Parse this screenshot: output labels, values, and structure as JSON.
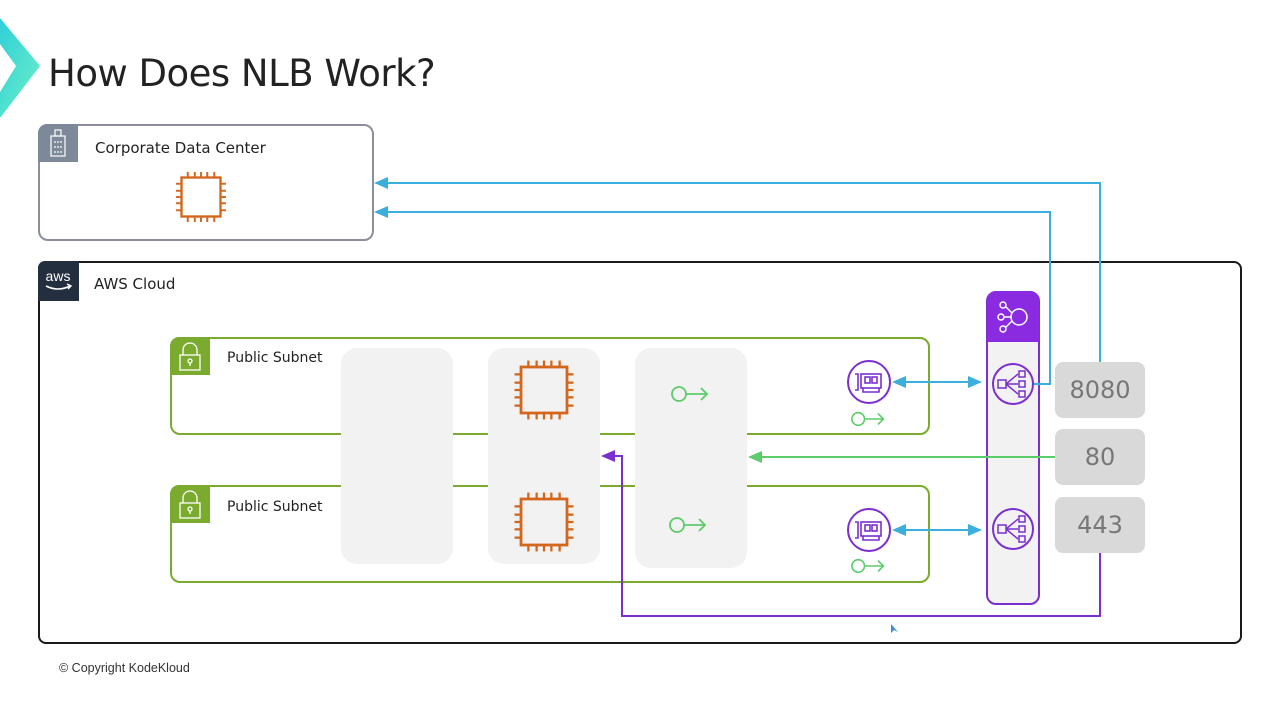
{
  "slide": {
    "title": "How Does NLB Work?",
    "copyright": "© Copyright KodeKloud"
  },
  "groups": {
    "data_center": {
      "label": "Corporate Data Center",
      "icon": "building-icon"
    },
    "aws_cloud": {
      "label": "AWS Cloud",
      "icon": "aws-logo-icon"
    },
    "subnets": [
      {
        "label": "Public Subnet",
        "icon": "lock-icon"
      },
      {
        "label": "Public Subnet",
        "icon": "lock-icon"
      }
    ]
  },
  "load_balancer": {
    "type": "Network Load Balancer",
    "icon": "nlb-icon",
    "node_icon": "load-balancer-node-icon"
  },
  "listener_ports": [
    "8080",
    "80",
    "443"
  ],
  "colors": {
    "accent_teal": "#3ad6c8",
    "tcp_blue": "#3aaedc",
    "udp_green": "#5ccc6a",
    "tls_purple": "#7b2fd0",
    "subnet_green": "#7aaa2e",
    "ec2_orange": "#d4661c",
    "aws_dark": "#232f3e",
    "dc_gray": "#7d8998"
  }
}
